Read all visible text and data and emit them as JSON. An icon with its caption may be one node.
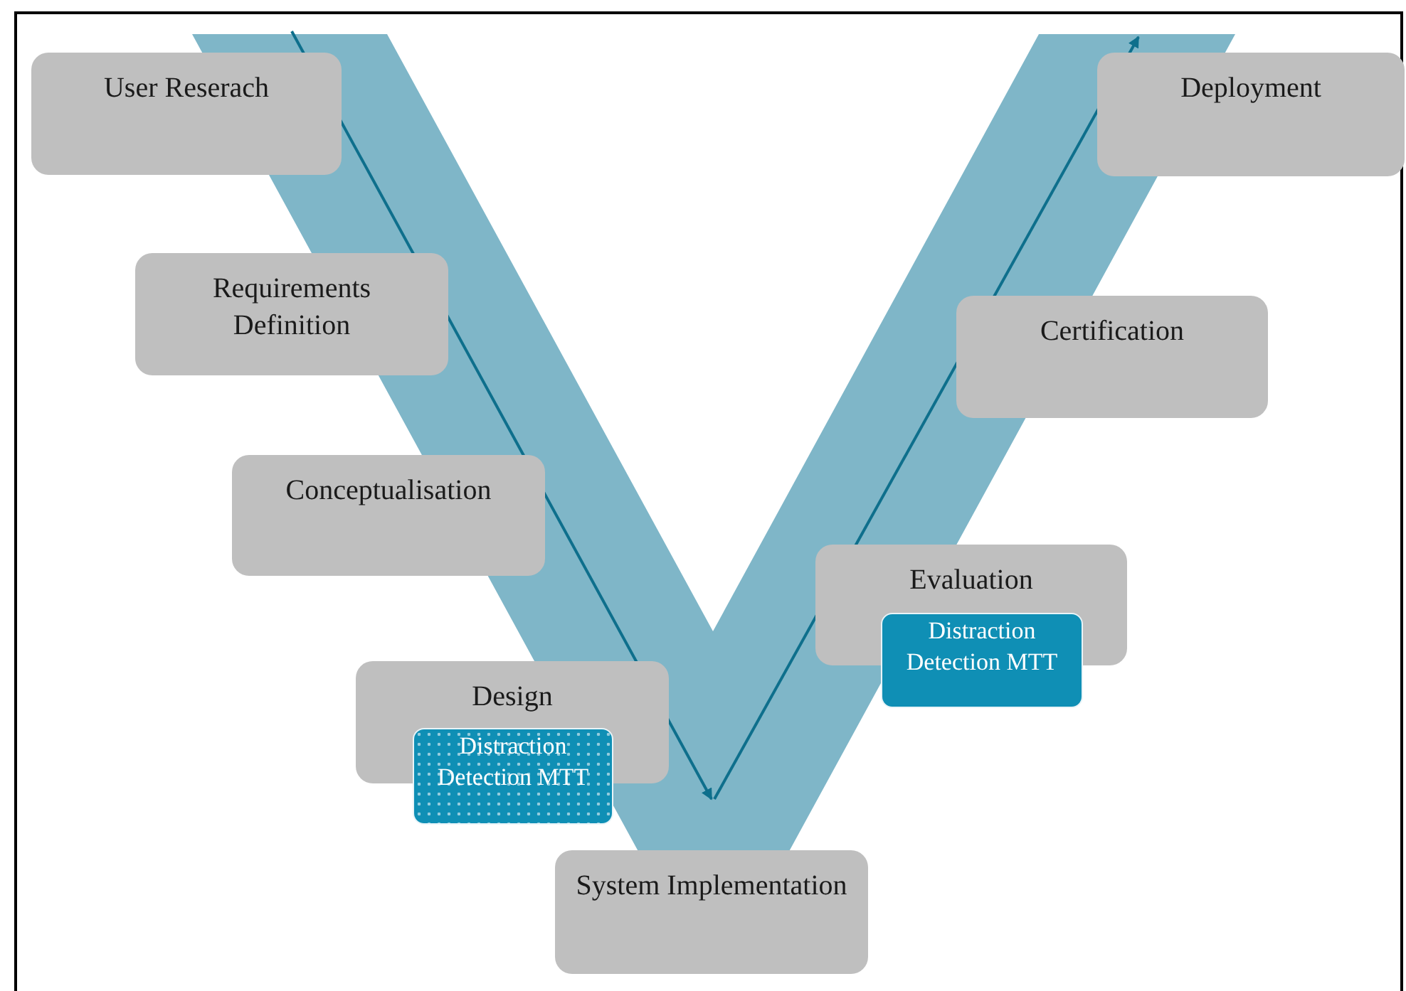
{
  "diagram": {
    "nodes": [
      {
        "text": [
          "User Reserach"
        ]
      },
      {
        "text": [
          "Requirements Definition"
        ]
      },
      {
        "text": [
          "Conceptualisation"
        ]
      },
      {
        "text": [
          "Design"
        ]
      },
      {
        "text": [
          "Distraction Detection MTT"
        ]
      },
      {
        "text": [
          "System Implementation"
        ]
      },
      {
        "text": [
          "Evaluation"
        ]
      },
      {
        "text": [
          "Distraction Detection MTT"
        ]
      },
      {
        "text": [
          "Certification"
        ]
      },
      {
        "text": [
          "Deployment"
        ]
      }
    ]
  }
}
